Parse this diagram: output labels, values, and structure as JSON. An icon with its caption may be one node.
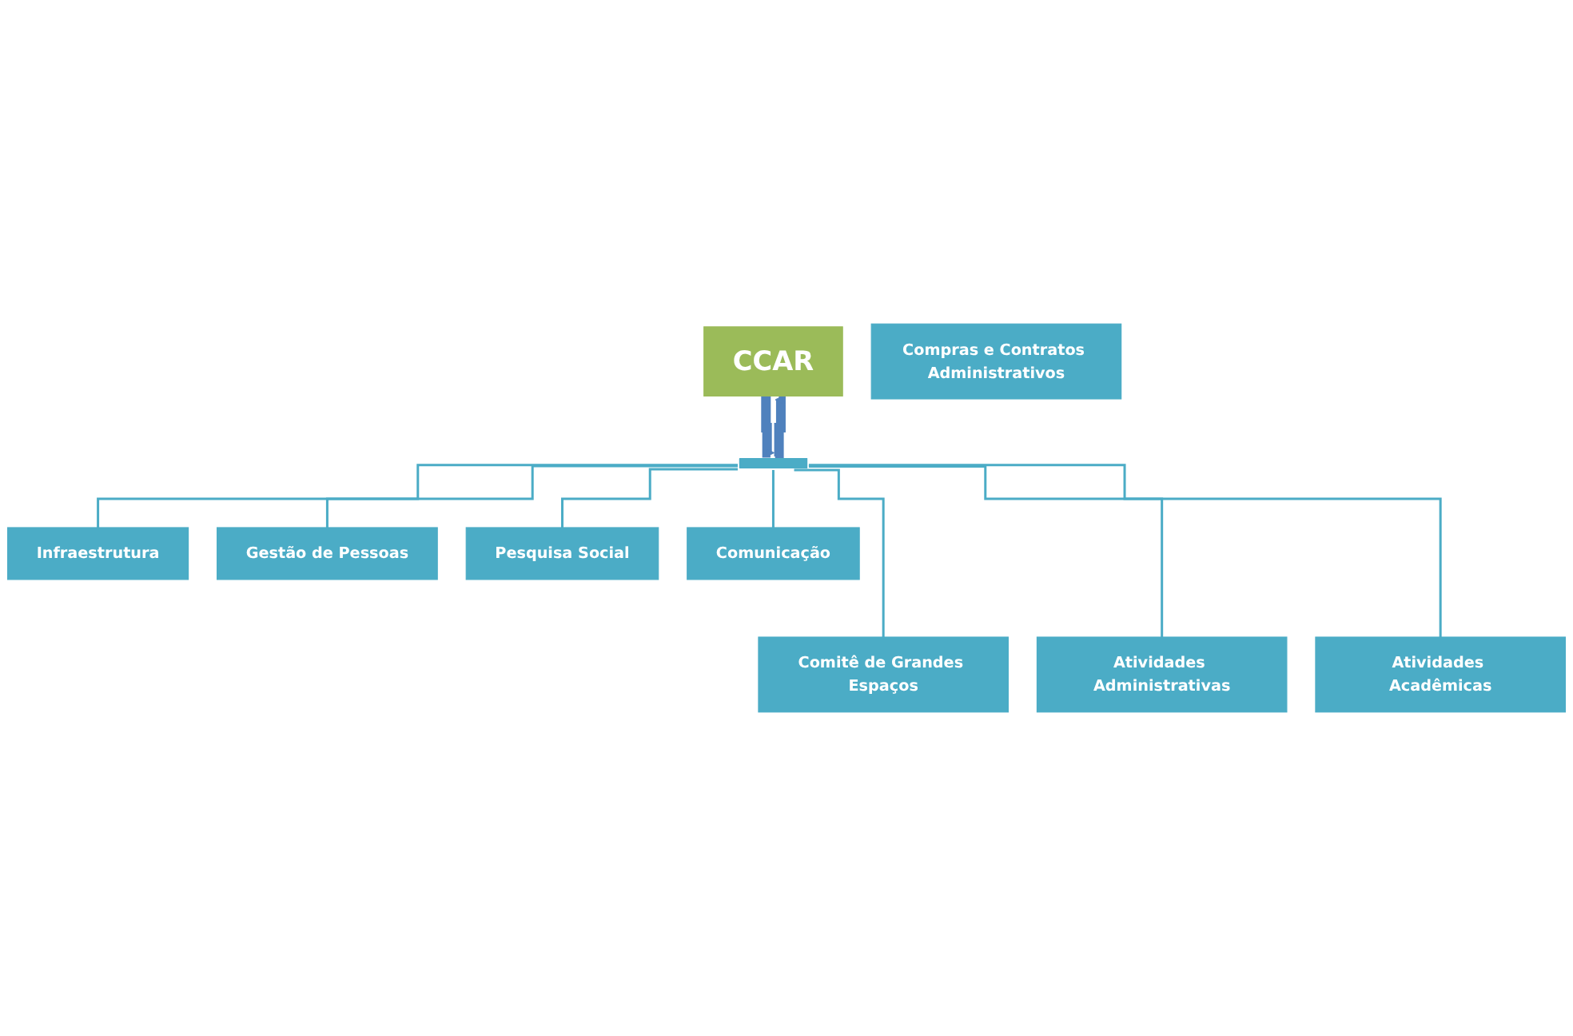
{
  "diagram": {
    "nodes": [
      {
        "text": [
          "CCAR"
        ]
      },
      {
        "text": [],
        "shape": "bar"
      },
      {
        "text": [
          "Infraestrutura"
        ]
      },
      {
        "text": [
          "Gestão de Pessoas"
        ]
      },
      {
        "text": [
          "Pesquisa Social"
        ]
      },
      {
        "text": [
          "Comunicação"
        ]
      },
      {
        "text": [
          "Comitê de Grandes Espaços"
        ]
      },
      {
        "text": [
          "Atividades Administrativas"
        ]
      },
      {
        "text": [
          "Atividades Acadêmicas"
        ]
      },
      {
        "text": [
          "Compras e Contratos Administrativos"
        ]
      }
    ],
    "edges": [
      {
        "from": 1,
        "to": 0,
        "arrow": "to",
        "style": "thick",
        "color": "#4f81bd"
      },
      {
        "from": 0,
        "to": 1,
        "arrow": "to",
        "style": "thick",
        "color": "#4f81bd"
      },
      {
        "from": 1,
        "to": 2,
        "arrow": "none"
      },
      {
        "from": 1,
        "to": 3,
        "arrow": "none"
      },
      {
        "from": 1,
        "to": 4,
        "arrow": "none"
      },
      {
        "from": 1,
        "to": 5,
        "arrow": "none"
      },
      {
        "from": 1,
        "to": 6,
        "arrow": "none"
      },
      {
        "from": 1,
        "to": 7,
        "arrow": "none"
      },
      {
        "from": 1,
        "to": 8,
        "arrow": "none"
      }
    ]
  }
}
